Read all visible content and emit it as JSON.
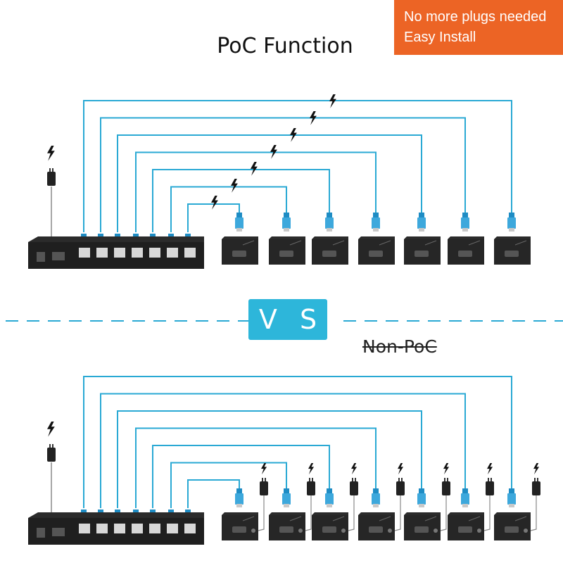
{
  "badge": {
    "line1": "No more plugs needed",
    "line2": "Easy Install"
  },
  "top": {
    "title": "PoC Function",
    "channels": 7,
    "receiver_adapters": 0
  },
  "divider": {
    "label": "V S"
  },
  "bottom": {
    "title": "Non-PoC",
    "channels": 7,
    "receiver_adapters": 7
  },
  "colors": {
    "cable": "#2aa9d4",
    "accent": "#ec6425",
    "vs_bg": "#2db6da",
    "device": "#2b2b2b",
    "connector": "#3da8dc"
  },
  "icons": [
    "lightning-icon",
    "power-adapter-icon",
    "hdmi-splitter-icon",
    "hdmi-receiver-icon",
    "rj45-connector-icon"
  ]
}
